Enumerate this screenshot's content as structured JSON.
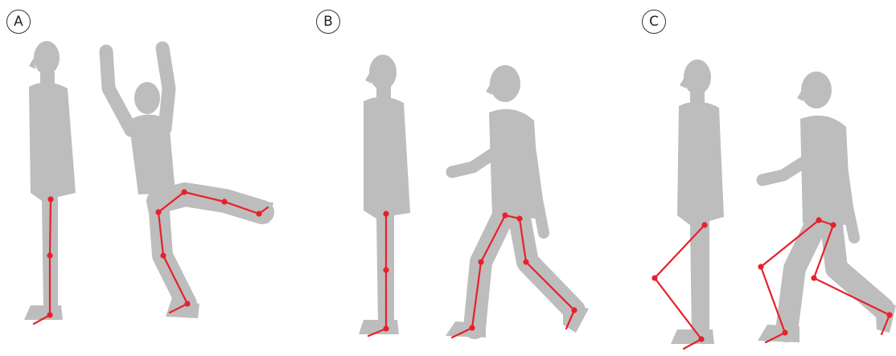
{
  "panels": [
    {
      "label": "A"
    },
    {
      "label": "B"
    },
    {
      "label": "C"
    }
  ],
  "colors": {
    "silhouette": "#bdbdbd",
    "skeleton": "#e8202a",
    "label_border": "#333333"
  }
}
